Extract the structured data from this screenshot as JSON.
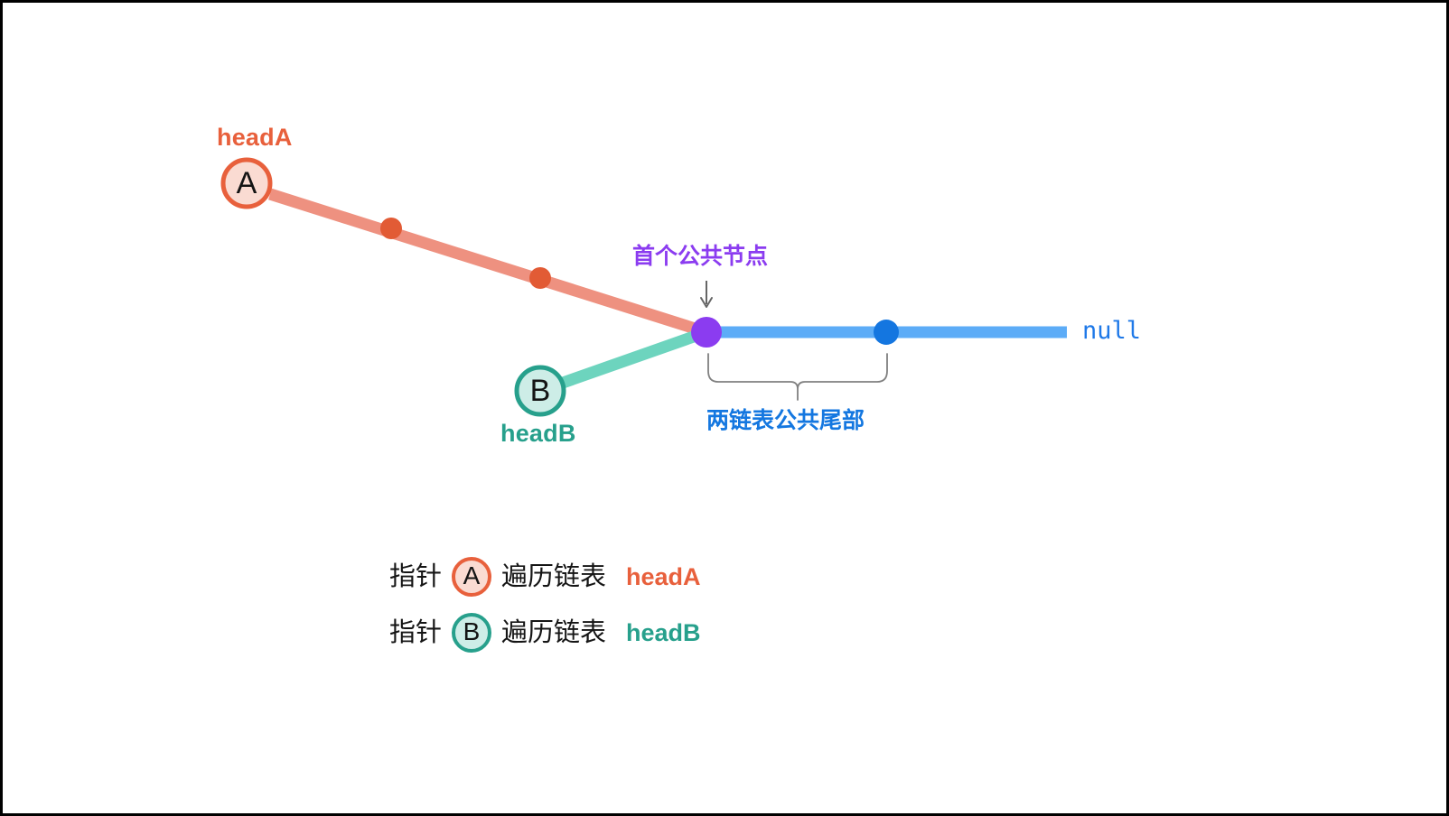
{
  "diagram": {
    "title_region": "linked-list-intersection",
    "labels": {
      "headA": "headA",
      "headB": "headB",
      "first_common_node": "首个公共节点",
      "common_tail": "两链表公共尾部",
      "null_terminator": "null"
    },
    "nodes": {
      "a_letter": "A",
      "b_letter": "B"
    },
    "colors": {
      "list_a_line": "#EE9180",
      "list_a_node": "#E25B35",
      "list_a_accent": "#E8603C",
      "list_a_fill": "#FADBD2",
      "list_b_line": "#6DD4BE",
      "list_b_accent": "#27A08C",
      "list_b_fill": "#CDEDE7",
      "common_line": "#5CACF7",
      "common_node": "#1476E0",
      "intersection_node": "#8B3CF0",
      "brace": "#808080",
      "arrow": "#666666",
      "border": "#000000",
      "background": "#FFFFFF"
    }
  },
  "legend": {
    "rows": [
      {
        "prefix": "指针",
        "marker": "A",
        "suffix": "遍历链表",
        "name": "headA"
      },
      {
        "prefix": "指针",
        "marker": "B",
        "suffix": "遍历链表",
        "name": "headB"
      }
    ]
  }
}
